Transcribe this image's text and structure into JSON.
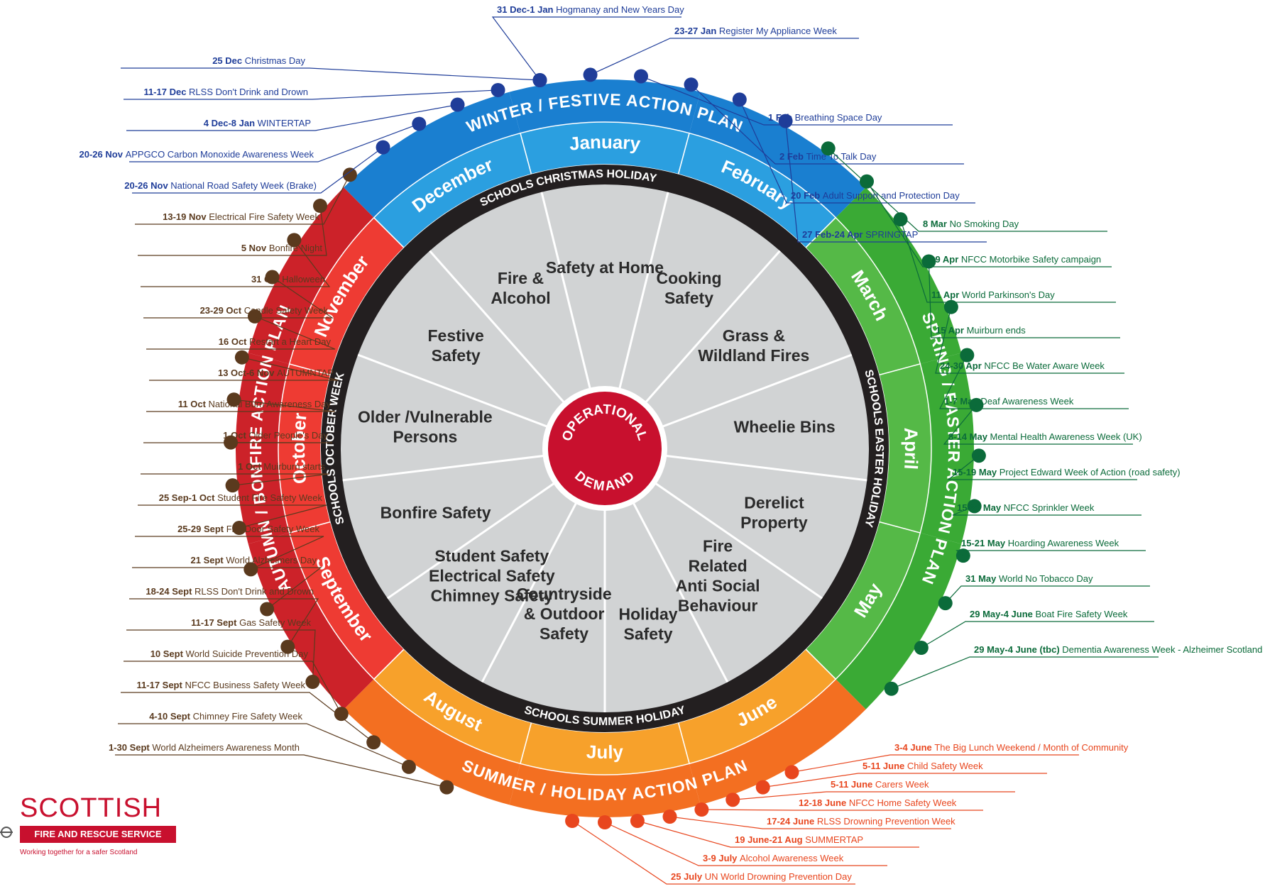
{
  "center": {
    "line1": "OPERATIONAL",
    "line2": "DEMAND"
  },
  "plans": [
    {
      "label": "WINTER / FESTIVE ACTION PLAN",
      "color": "#1a7fd0"
    },
    {
      "label": "SPRING / EASTER ACTION PLAN",
      "color": "#3aaa35"
    },
    {
      "label": "SUMMER / HOLIDAY ACTION PLAN",
      "color": "#f36f21"
    },
    {
      "label": "AUTUMN / BONFIRE ACTION PLAN",
      "color": "#cc2229"
    }
  ],
  "months": [
    "January",
    "February",
    "March",
    "April",
    "May",
    "June",
    "July",
    "August",
    "September",
    "October",
    "November",
    "December"
  ],
  "holidays": [
    "SCHOOLS CHRISTMAS HOLIDAY",
    "SCHOOLS EASTER HOLIDAY",
    "SCHOOLS SUMMER HOLIDAY",
    "SCHOOLS OCTOBER WEEK"
  ],
  "topics": [
    {
      "lines": [
        "Safety at Home"
      ]
    },
    {
      "lines": [
        "Cooking",
        "Safety"
      ]
    },
    {
      "lines": [
        "Grass &",
        "Wildland Fires"
      ]
    },
    {
      "lines": [
        "Wheelie Bins"
      ]
    },
    {
      "lines": [
        "Derelict",
        "Property"
      ]
    },
    {
      "lines": [
        "Fire",
        "Related",
        "Anti Social",
        "Behaviour"
      ]
    },
    {
      "lines": [
        "Holiday",
        "Safety"
      ]
    },
    {
      "lines": [
        "Countryside",
        "& Outdoor",
        "Safety"
      ]
    },
    {
      "lines": [
        "Student Safety",
        "Electrical Safety",
        "Chimney Safety"
      ]
    },
    {
      "lines": [
        "Bonfire Safety"
      ]
    },
    {
      "lines": [
        "Older /Vulnerable",
        "Persons"
      ]
    },
    {
      "lines": [
        "Festive",
        "Safety"
      ]
    },
    {
      "lines": [
        "Fire &",
        "Alcohol"
      ]
    }
  ],
  "events": [
    {
      "date": "31 Dec-1 Jan",
      "name": "Hogmanay and New Years Day",
      "color": "#1f3d99"
    },
    {
      "date": "23-27 Jan",
      "name": "Register My Appliance Week",
      "color": "#1f3d99"
    },
    {
      "date": "1 Feb",
      "name": "Breathing Space Day",
      "color": "#1f3d99"
    },
    {
      "date": "2 Feb",
      "name": "Time To Talk Day",
      "color": "#1f3d99"
    },
    {
      "date": "20 Feb",
      "name": "Adult Support and Protection Day",
      "color": "#1f3d99"
    },
    {
      "date": "27 Feb-24 Apr",
      "name": "SPRINGTAP",
      "color": "#1f3d99"
    },
    {
      "date": "8 Mar",
      "name": "No Smoking Day",
      "color": "#0b6b3a"
    },
    {
      "date": "3-9 Apr",
      "name": "NFCC Motorbike Safety campaign",
      "color": "#0b6b3a"
    },
    {
      "date": "11 Apr",
      "name": "World Parkinson's Day",
      "color": "#0b6b3a"
    },
    {
      "date": "15 Apr",
      "name": "Muirburn ends",
      "color": "#0b6b3a"
    },
    {
      "date": "24-30 Apr",
      "name": "NFCC Be Water Aware Week",
      "color": "#0b6b3a"
    },
    {
      "date": "1-7 May",
      "name": "Deaf Awareness Week",
      "color": "#0b6b3a"
    },
    {
      "date": "8-14 May",
      "name": "Mental Health Awareness Week (UK)",
      "color": "#0b6b3a"
    },
    {
      "date": "15-19 May",
      "name": "Project Edward Week of Action (road safety)",
      "color": "#0b6b3a"
    },
    {
      "date": "15-21 May",
      "name": "NFCC Sprinkler Week",
      "color": "#0b6b3a"
    },
    {
      "date": "15-21 May",
      "name": "Hoarding Awareness Week",
      "color": "#0b6b3a"
    },
    {
      "date": "31 May",
      "name": "World No Tobacco Day",
      "color": "#0b6b3a"
    },
    {
      "date": "29 May-4 June",
      "name": "Boat Fire Safety Week",
      "color": "#0b6b3a"
    },
    {
      "date": "29 May-4 June (tbc)",
      "name": "Dementia Awareness Week - Alzheimer Scotland",
      "color": "#0b6b3a"
    },
    {
      "date": "3-4 June",
      "name": "The Big Lunch Weekend / Month of Community",
      "color": "#e8461e"
    },
    {
      "date": "5-11 June",
      "name": "Child Safety Week",
      "color": "#e8461e"
    },
    {
      "date": "5-11 June",
      "name": "Carers Week",
      "color": "#e8461e"
    },
    {
      "date": "12-18 June",
      "name": "NFCC Home Safety Week",
      "color": "#e8461e"
    },
    {
      "date": "17-24 June",
      "name": "RLSS Drowning Prevention Week",
      "color": "#e8461e"
    },
    {
      "date": "19 June-21 Aug",
      "name": "SUMMERTAP",
      "color": "#e8461e"
    },
    {
      "date": "3-9 July",
      "name": "Alcohol Awareness Week",
      "color": "#e8461e"
    },
    {
      "date": "25 July",
      "name": "UN World Drowning Prevention Day",
      "color": "#e8461e"
    },
    {
      "date": "1-30 Sept",
      "name": "World Alzheimers Awareness Month",
      "color": "#5a3a1e"
    },
    {
      "date": "4-10 Sept",
      "name": "Chimney Fire Safety Week",
      "color": "#5a3a1e"
    },
    {
      "date": "11-17 Sept",
      "name": "NFCC Business Safety Week",
      "color": "#5a3a1e"
    },
    {
      "date": "10 Sept",
      "name": "World Suicide Prevention Day",
      "color": "#5a3a1e"
    },
    {
      "date": "11-17 Sept",
      "name": "Gas Safety Week",
      "color": "#5a3a1e"
    },
    {
      "date": "18-24 Sept",
      "name": "RLSS Don't Drink and Drown",
      "color": "#5a3a1e"
    },
    {
      "date": "21 Sept",
      "name": "World Alzheimers Day",
      "color": "#5a3a1e"
    },
    {
      "date": "25-29 Sept",
      "name": "Fire Door Safety Week",
      "color": "#5a3a1e"
    },
    {
      "date": "25 Sep-1 Oct",
      "name": "Student Fire Safety Week",
      "color": "#5a3a1e"
    },
    {
      "date": "1 Oct",
      "name": "Muirburn starts",
      "color": "#5a3a1e"
    },
    {
      "date": "1 Oct",
      "name": "Older People's Day",
      "color": "#5a3a1e"
    },
    {
      "date": "11 Oct",
      "name": "National Burn Awareness Day",
      "color": "#5a3a1e"
    },
    {
      "date": "13 Oct-6 Nov",
      "name": "AUTUMNTAP",
      "color": "#5a3a1e"
    },
    {
      "date": "16 Oct",
      "name": "Restart a Heart Day",
      "color": "#5a3a1e"
    },
    {
      "date": "23-29 Oct",
      "name": "Candle Safety Week",
      "color": "#5a3a1e"
    },
    {
      "date": "31 Oct",
      "name": "Halloween",
      "color": "#5a3a1e"
    },
    {
      "date": "5 Nov",
      "name": "Bonfire Night",
      "color": "#5a3a1e"
    },
    {
      "date": "13-19 Nov",
      "name": "Electrical Fire Safety Week",
      "color": "#5a3a1e"
    },
    {
      "date": "20-26 Nov",
      "name": "National Road Safety Week (Brake)",
      "color": "#1f3d99"
    },
    {
      "date": "20-26 Nov",
      "name": "APPGCO Carbon Monoxide Awareness Week",
      "color": "#1f3d99"
    },
    {
      "date": "4 Dec-8 Jan",
      "name": "WINTERTAP",
      "color": "#1f3d99"
    },
    {
      "date": "11-17 Dec",
      "name": "RLSS Don't Drink and Drown",
      "color": "#1f3d99"
    },
    {
      "date": "25 Dec",
      "name": "Christmas Day",
      "color": "#1f3d99"
    }
  ],
  "logo": {
    "name": "SCOTTISH",
    "subtitle": "FIRE AND RESCUE SERVICE",
    "tagline": "Working together for a safer Scotland"
  }
}
